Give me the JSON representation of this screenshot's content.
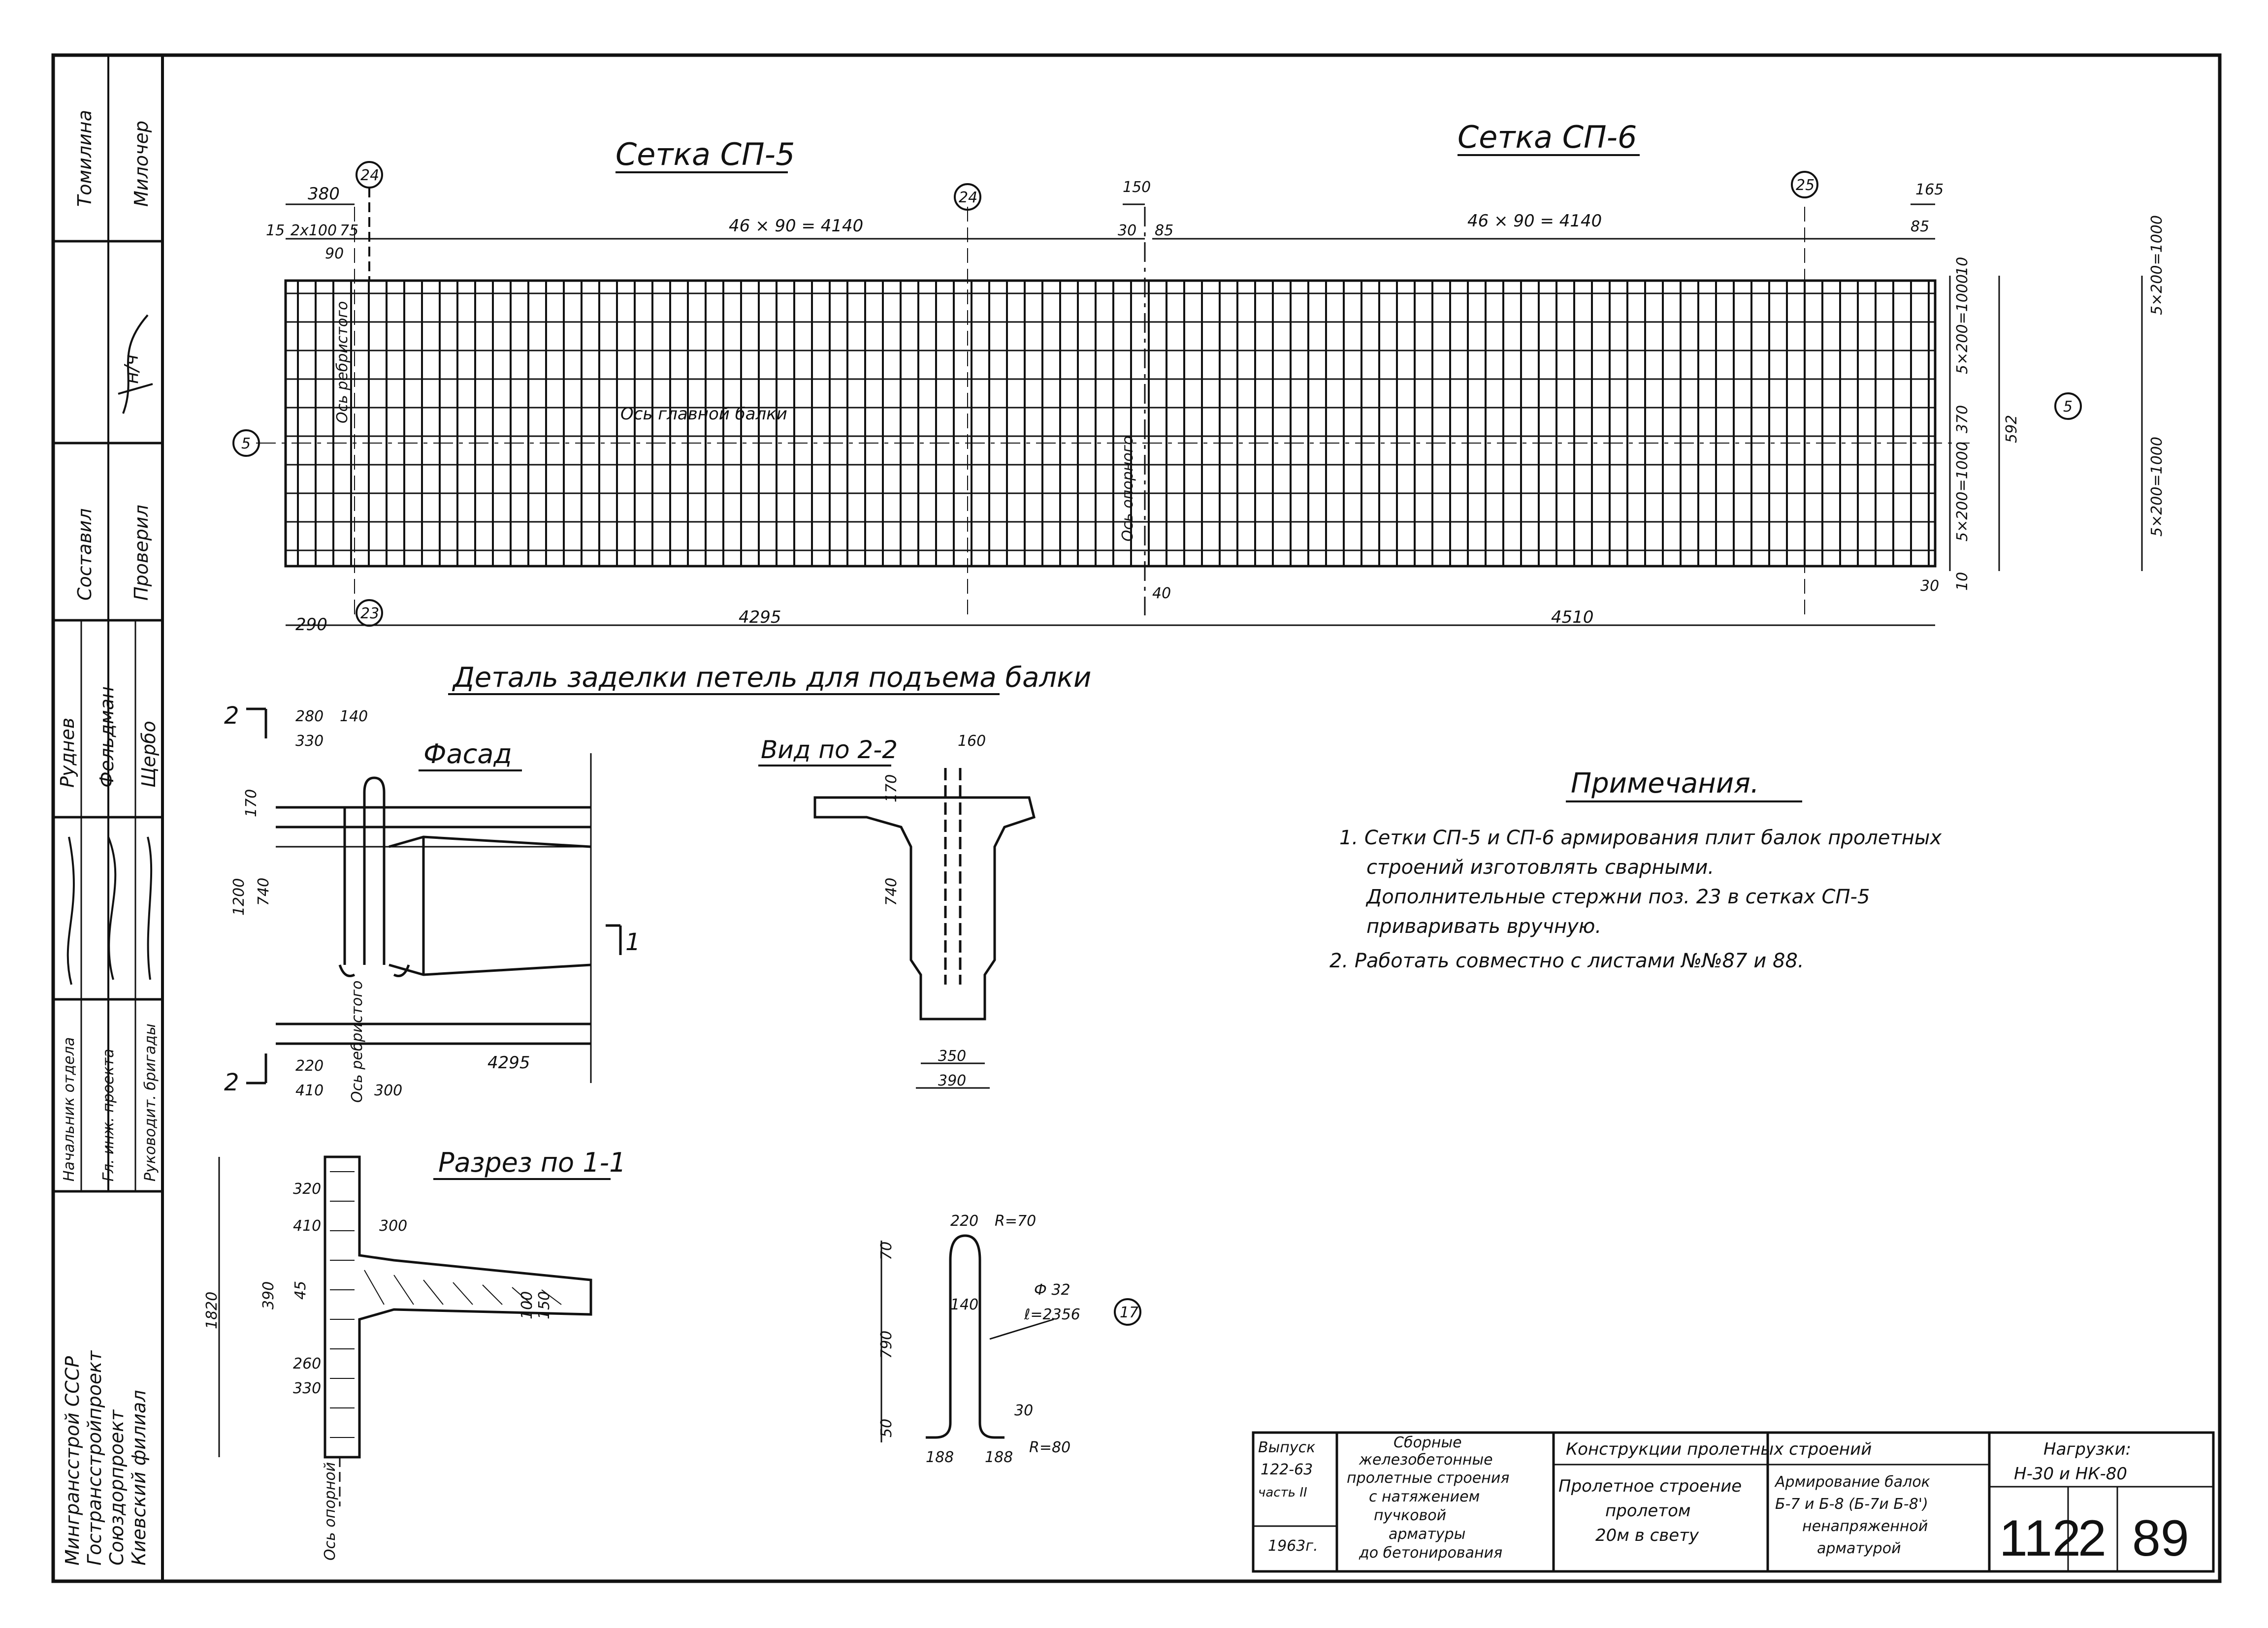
{
  "mesh_sp5": {
    "title": "Сетка СП-5",
    "dims": {
      "d380": "380",
      "d15": "15",
      "d2x100": "2х100",
      "d75": "75",
      "d90": "90",
      "span": "46 × 90 = 4140",
      "d290": "290",
      "total": "4295"
    },
    "pos_top": "24",
    "pos_bottom": "23"
  },
  "mesh_sp6": {
    "title": "Сетка СП-6",
    "dims": {
      "d150": "150",
      "d30": "30",
      "d85": "85",
      "span": "46 × 90 = 4140",
      "d165": "165",
      "d85b": "85",
      "total": "4510",
      "right_top": "5×200=1000",
      "right_mid": "370",
      "right_bot": "5×200=1000",
      "right_full": "592",
      "d10": "10",
      "d10b": "10",
      "d40": "40",
      "d30b": "30"
    },
    "pos_top": "25",
    "pos_mid": "24",
    "pos_left": "5",
    "pos_right": "5"
  },
  "axis_labels": {
    "beam_axis": "Ось главной балки",
    "vert_axis_left": "Ось ребристого",
    "vert_axis_mid": "Ось опорного"
  },
  "detail_title": "Деталь заделки петель для подъема балки",
  "facade": {
    "title": "Фасад",
    "dims": {
      "d280": "280",
      "d140": "140",
      "d330": "330",
      "d170": "170",
      "d740": "740",
      "d1200": "1200",
      "d220": "220",
      "d410": "410",
      "d300": "300",
      "d4295": "4295",
      "axis": "Ось ребристого"
    },
    "mark1": "1",
    "mark2": "2"
  },
  "view22": {
    "title": "Вид по 2-2",
    "dims": {
      "d160": "160",
      "d170": "170",
      "d740": "740",
      "d350": "350",
      "d390": "390"
    }
  },
  "section11": {
    "title": "Разрез по 1-1",
    "dims": {
      "d320": "320",
      "d410": "410",
      "d300": "300",
      "d1820": "1820",
      "d390": "390",
      "d260": "260",
      "d330": "330",
      "d45": "45",
      "d100": "100",
      "d150": "150"
    },
    "axis": "Ось опорной"
  },
  "loop": {
    "dims": {
      "d220": "220",
      "r70": "R=70",
      "d70": "70",
      "phi": "Ф 32",
      "len": "ℓ=2356",
      "d140": "140",
      "d790": "790",
      "d50": "50",
      "d188a": "188",
      "d188b": "188",
      "r80": "R=80",
      "d30": "30"
    },
    "pos": "17"
  },
  "notes": {
    "title": "Примечания.",
    "n1a": "1.  Сетки СП-5 и СП-6 армирования плит балок пролетных",
    "n1b": "строений изготовлять сварными.",
    "n1c": "Дополнительные стержни поз. 23 в сетках СП-5",
    "n1d": "приваривать вручную.",
    "n2": "2.  Работать совместно с листами №№87 и 88."
  },
  "side_stamp": {
    "row1a": "Томилина",
    "row1b": "Милочер",
    "row2": "н/ч",
    "row3a": "Составил",
    "row3b": "Проверил",
    "row4a": "Руднев",
    "row4b": "Фельдман",
    "row4c": "Щербо",
    "row6a": "Начальник отдела",
    "row6b": "Гл. инж. проекта",
    "row6c": "Руководит. бригады",
    "row7a": "Мингрансстрой СССР",
    "row7b": "Гострансстройпроект",
    "row7c": "Союздорпроект",
    "row7d": "Киевский филиал"
  },
  "title_block": {
    "c1a": "Выпуск",
    "c1b": "122-63",
    "c1c": "часть II",
    "c1d": "1963г.",
    "c2a": "Сборные",
    "c2b": "железобетонные",
    "c2c": "пролетные строения",
    "c2d": "с натяжением",
    "c2e": "пучковой",
    "c2f": "арматуры",
    "c2g": "до бетонирования",
    "c3": "Конструкции пролетных строений",
    "c4a": "Пролетное строение",
    "c4b": "пролетом",
    "c4c": "20м в свету",
    "c5a": "Армирование балок",
    "c5b": "Б-7 и Б-8 (Б-7и Б-8')",
    "c5c": "ненапряженной",
    "c5d": "арматурой",
    "c6a": "Нагрузки:",
    "c6b": "Н-30 и НК-80",
    "c7a": "112",
    "c7b": "2",
    "c7c": "89"
  }
}
